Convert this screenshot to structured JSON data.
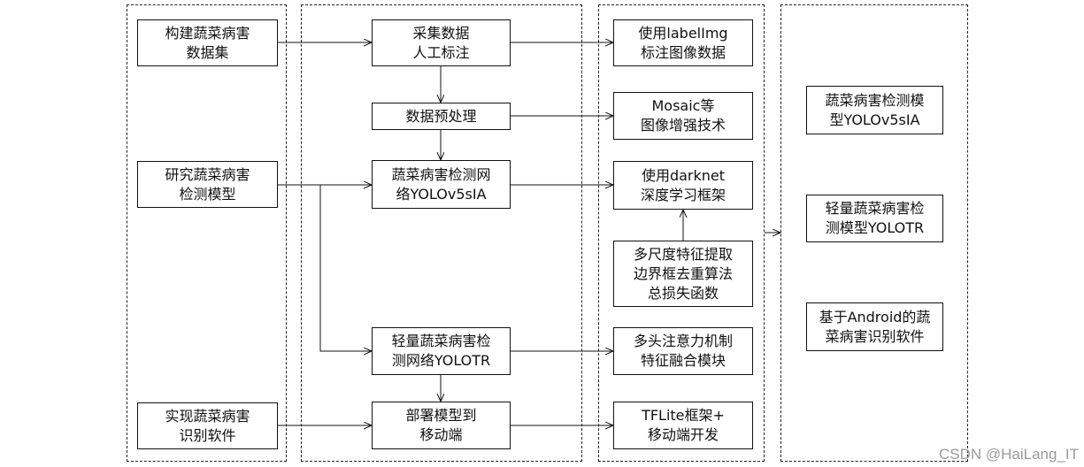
{
  "columns": {
    "left": [
      {
        "id": "build-dataset",
        "text": "构建蔬菜病害\n数据集"
      },
      {
        "id": "research-model",
        "text": "研究蔬菜病害\n检测模型"
      },
      {
        "id": "implement-software",
        "text": "实现蔬菜病害\n识别软件"
      }
    ],
    "process": [
      {
        "id": "collect-data",
        "text": "采集数据\n人工标注"
      },
      {
        "id": "preprocess",
        "text": "数据预处理"
      },
      {
        "id": "yolov5sia-net",
        "text": "蔬菜病害检测网\n络YOLOv5sIA"
      },
      {
        "id": "yolotr-net",
        "text": "轻量蔬菜病害检\n测网络YOLOTR"
      },
      {
        "id": "deploy",
        "text": "部署模型到\n移动端"
      }
    ],
    "methods": [
      {
        "id": "labelimg",
        "text": "使用labelImg\n标注图像数据"
      },
      {
        "id": "mosaic",
        "text": "Mosaic等\n图像增强技术"
      },
      {
        "id": "darknet",
        "text": "使用darknet\n深度学习框架"
      },
      {
        "id": "multiscale",
        "text": "多尺度特征提取\n边界框去重算法\n总损失函数"
      },
      {
        "id": "attention",
        "text": "多头注意力机制\n特征融合模块"
      },
      {
        "id": "tflite",
        "text": "TFLite框架+\n移动端开发"
      }
    ],
    "results": [
      {
        "id": "result-yolov5sia",
        "text": "蔬菜病害检测模\n型YOLOv5sIA"
      },
      {
        "id": "result-yolotr",
        "text": "轻量蔬菜病害检\n测模型YOLOTR"
      },
      {
        "id": "result-android",
        "text": "基于Android的蔬\n菜病害识别软件"
      }
    ]
  },
  "watermark": "CSDN @HaiLang_IT"
}
